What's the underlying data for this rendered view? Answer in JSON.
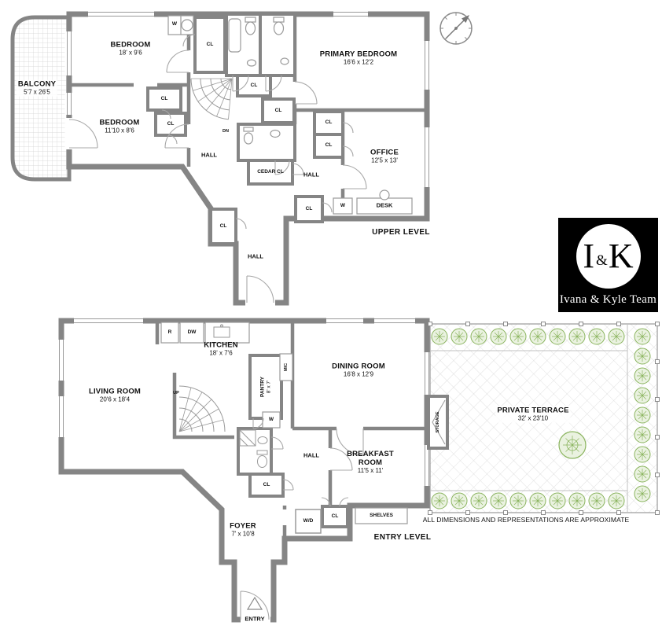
{
  "branding": {
    "logo_initial_left": "I",
    "logo_ampersand": "&",
    "logo_initial_right": "K",
    "team_name": "Ivana & Kyle Team"
  },
  "upper_level": {
    "level_label": "UPPER LEVEL",
    "balcony": {
      "name": "BALCONY",
      "dims": "5'7 x 26'5"
    },
    "bedroom_1": {
      "name": "BEDROOM",
      "dims": "18' x 9'6"
    },
    "bedroom_2": {
      "name": "BEDROOM",
      "dims": "11'10 x 8'6"
    },
    "primary_bedroom": {
      "name": "PRIMARY BEDROOM",
      "dims": "16'6 x 12'2"
    },
    "office": {
      "name": "OFFICE",
      "dims": "12'5 x 13'"
    },
    "cedar_closet_label": "CEDAR CL",
    "desk_label": "DESK",
    "down_label": "DN"
  },
  "entry_level": {
    "level_label": "ENTRY LEVEL",
    "living_room": {
      "name": "LIVING ROOM",
      "dims": "20'6 x 18'4"
    },
    "kitchen": {
      "name": "KITCHEN",
      "dims": "18' x 7'6"
    },
    "pantry": {
      "name": "PANTRY",
      "dims": "8' x 7'"
    },
    "dining_room": {
      "name": "DINING ROOM",
      "dims": "16'8 x 12'9"
    },
    "breakfast_room": {
      "name": "BREAKFAST ROOM",
      "dims": "11'5 x 11'"
    },
    "foyer": {
      "name": "FOYER",
      "dims": "7' x 10'8"
    },
    "private_terrace": {
      "name": "PRIVATE TERRACE",
      "dims": "32' x 23'10"
    },
    "storage_label": "STORAGE",
    "shelves_label": "SHELVES",
    "washer_dryer_label": "W/D",
    "refrigerator_label": "R",
    "dishwasher_label": "DW",
    "microwave_label": "MIC",
    "up_label": "UP",
    "entry_label": "ENTRY"
  },
  "common": {
    "hall_label": "HALL",
    "closet_label": "CL",
    "washer_label": "W"
  },
  "footer": {
    "disclaimer": "ALL DIMENSIONS AND REPRESENTATIONS ARE APPROXIMATE"
  },
  "colors": {
    "wall_gray": "#858585",
    "plant_green": "#8ab45e",
    "logo_background": "#000000",
    "logo_text": "#ffffff"
  }
}
